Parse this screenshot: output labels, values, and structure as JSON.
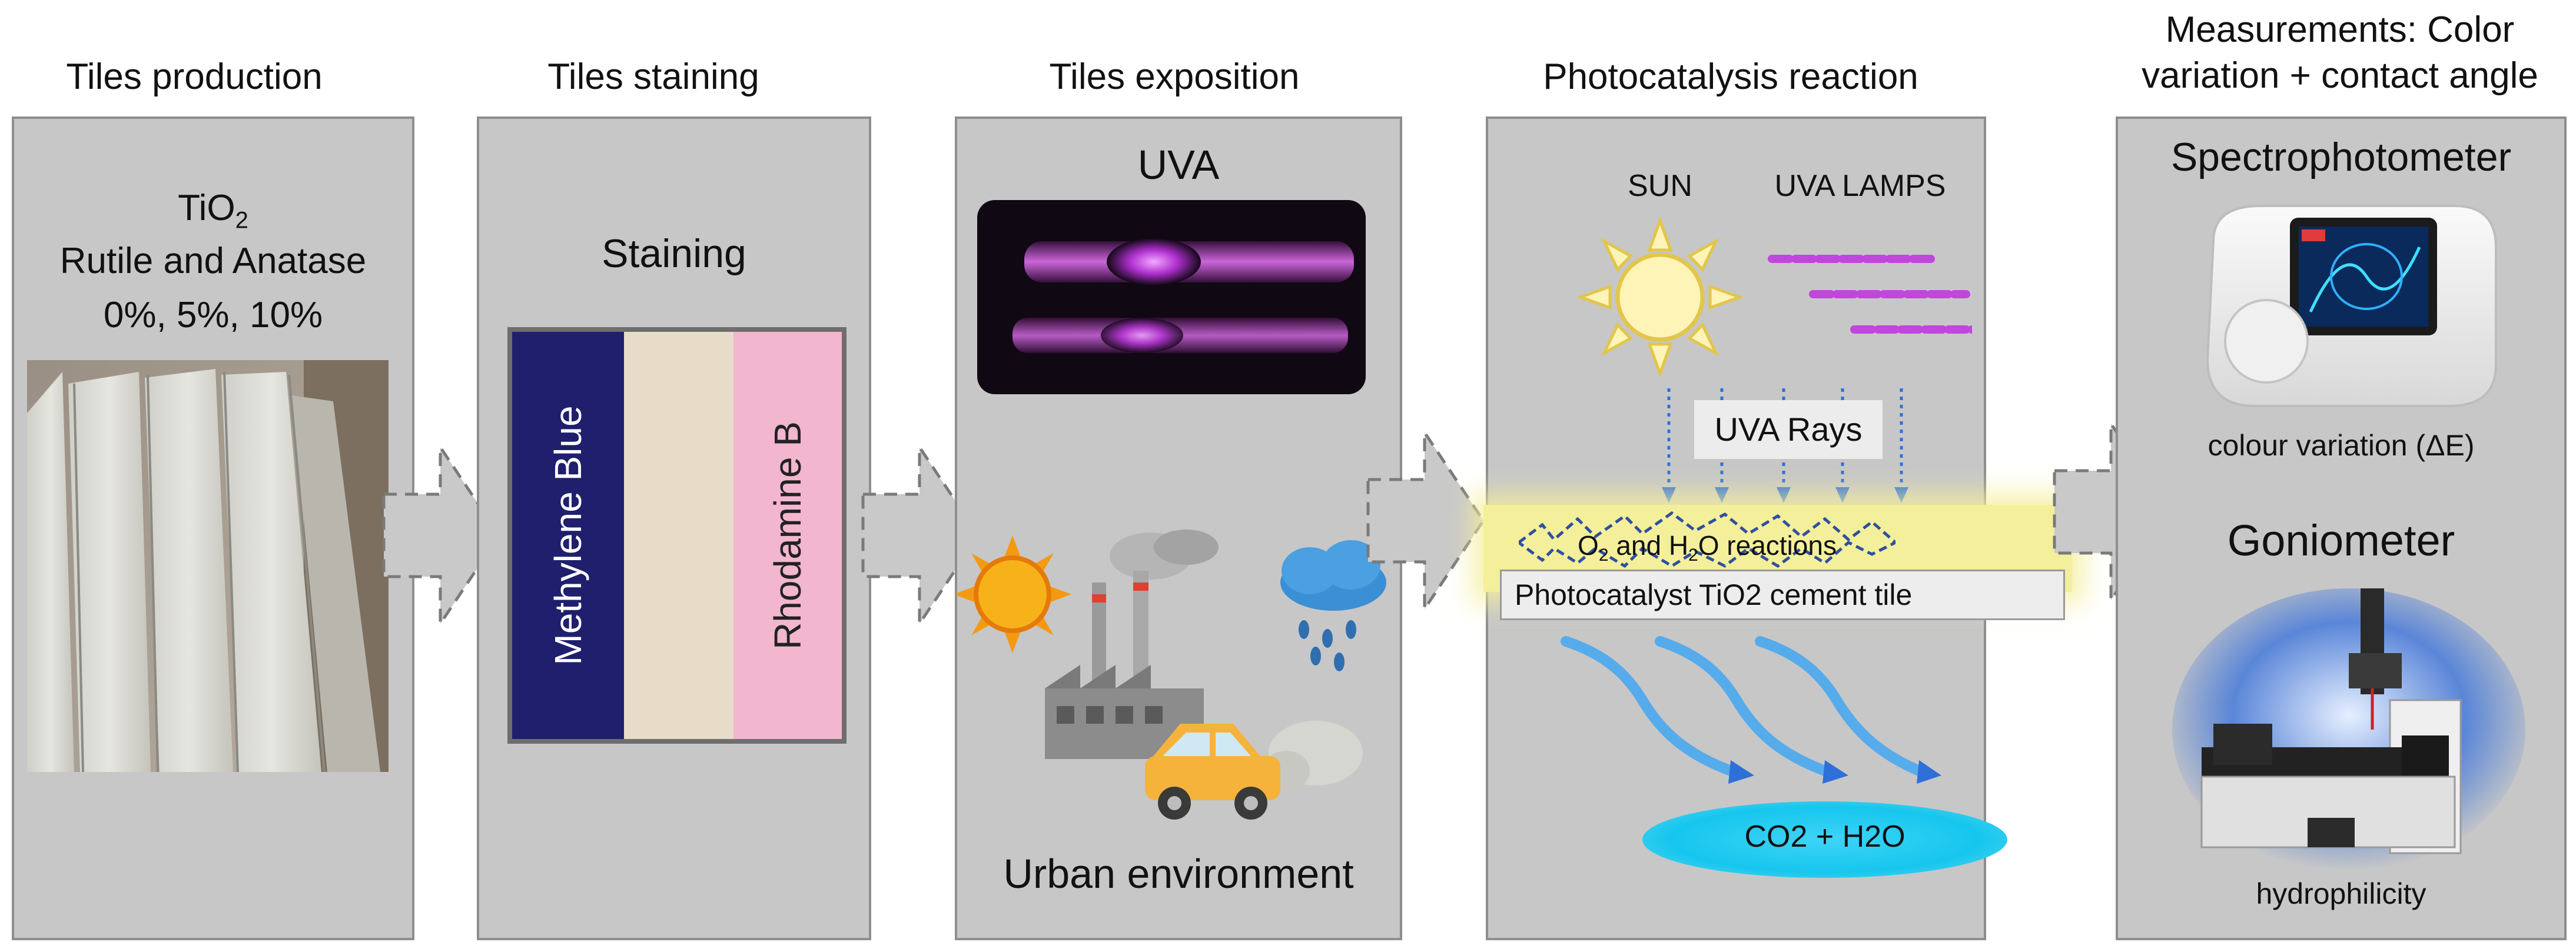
{
  "stages": [
    {
      "title": "Tiles production"
    },
    {
      "title": "Tiles staining"
    },
    {
      "title": "Tiles exposition"
    },
    {
      "title": "Photocatalysis reaction"
    },
    {
      "title_line1": "Measurements: Color",
      "title_line2": "variation + contact angle"
    }
  ],
  "production": {
    "tio2_base": "TiO",
    "tio2_sub": "2",
    "phases": "Rutile and Anatase",
    "percentages": "0%, 5%, 10%"
  },
  "staining": {
    "heading": "Staining",
    "strip_left": "Methylene Blue",
    "strip_right": "Rhodamine B"
  },
  "exposition": {
    "uva_label": "UVA",
    "urban_label": "Urban environment"
  },
  "photocatalysis": {
    "sun_label": "SUN",
    "lamps_label": "UVA LAMPS",
    "rays_label": "UVA Rays",
    "reactions_o": "O",
    "reactions_o_sub": "2",
    "reactions_and": " and H",
    "reactions_h_sub": "2",
    "reactions_rest": "O reactions",
    "tile_label": "Photocatalyst TiO2 cement tile",
    "product_label": "CO2  + H2O"
  },
  "measurements": {
    "spectro_title": "Spectrophotometer",
    "spectro_caption": "colour variation (ΔE)",
    "gonio_title": "Goniometer",
    "gonio_caption": "hydrophilicity"
  },
  "colors": {
    "panel_fill": "#c7c7c7",
    "methylene_blue": "#1f1f6e",
    "rhodamine": "#f2b6cf",
    "uva_purple": "#c040e0",
    "reaction_band": "#f4ef9a",
    "product_cyan": "#16c6ee",
    "ray_blue": "#2f6fd8"
  }
}
